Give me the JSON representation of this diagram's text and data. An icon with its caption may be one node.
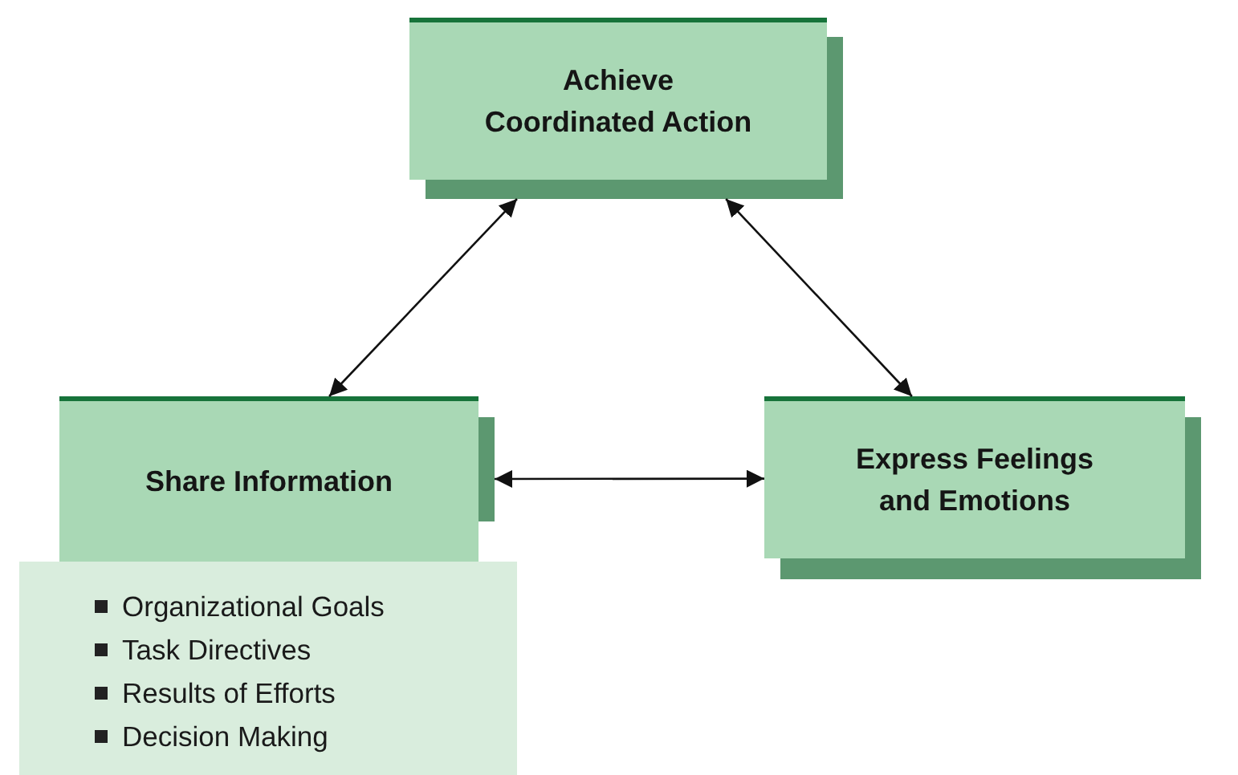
{
  "diagram": {
    "nodes": [
      {
        "text": [
          "Achieve Coordinated Action"
        ]
      },
      {
        "text": [
          "Share Information"
        ]
      },
      {
        "text": [
          "Express Feelings and Emotions"
        ]
      },
      {
        "text": [
          "Organizational Goals",
          "Task Directives",
          "Results of Efforts",
          "Decision Making"
        ]
      }
    ],
    "edges": [
      {
        "from": 0,
        "to": 1,
        "arrow": "both"
      },
      {
        "from": 0,
        "to": 2,
        "arrow": "both"
      },
      {
        "from": 1,
        "to": 2,
        "arrow": "both"
      }
    ]
  }
}
